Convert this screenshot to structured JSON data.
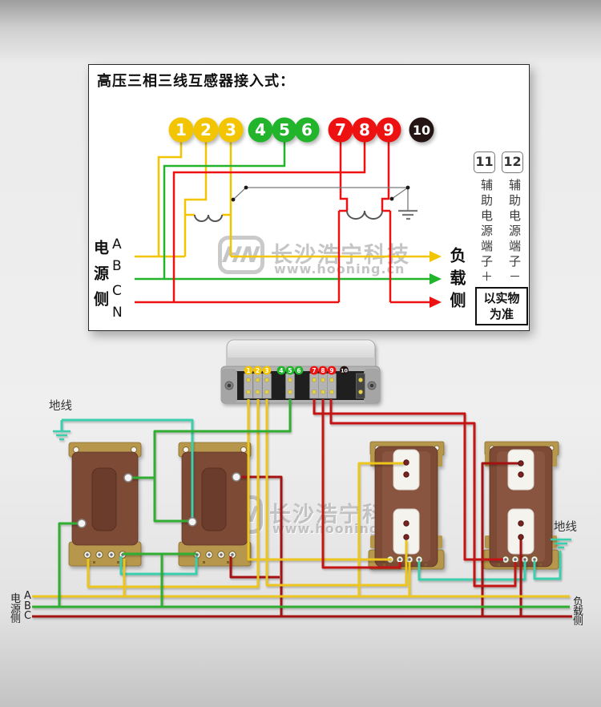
{
  "colors": {
    "panel_yellow": "#f2c500",
    "panel_green": "#22b42b",
    "panel_red": "#ee1111",
    "terminal_black": "#241514",
    "coil_gray": "#555555",
    "thin_gray": "#7a7a7a",
    "phase_a": "#ecc51d",
    "phase_b": "#2fae32",
    "phase_c_bright": "#c41414",
    "phase_c_dark": "#a51212",
    "ground_teal": "#3bcfae"
  },
  "panel": {
    "title": "高压三相三线互感器接入式：",
    "terminals": [
      {
        "n": "1",
        "color": "#f2c500"
      },
      {
        "n": "2",
        "color": "#f2c500"
      },
      {
        "n": "3",
        "color": "#f2c500"
      },
      {
        "n": "4",
        "color": "#22b42b"
      },
      {
        "n": "5",
        "color": "#22b42b"
      },
      {
        "n": "6",
        "color": "#22b42b"
      },
      {
        "n": "7",
        "color": "#ee1111"
      },
      {
        "n": "8",
        "color": "#ee1111"
      },
      {
        "n": "9",
        "color": "#ee1111"
      },
      {
        "n": "10",
        "color": "#241514"
      }
    ],
    "aux_terminals": [
      {
        "n": "11",
        "label": "辅助电源端子＋"
      },
      {
        "n": "12",
        "label": "辅助电源端子－"
      }
    ],
    "note": {
      "line1": "以实物",
      "line2": "为准"
    },
    "source_side": {
      "label": "电源侧",
      "phases": [
        "A",
        "B",
        "C",
        "N"
      ]
    },
    "load_side": {
      "label": "负载侧"
    }
  },
  "bottom": {
    "ground_label_left": "地线",
    "ground_label_right": "地线",
    "source_side": {
      "chars": [
        "电",
        "源",
        "侧"
      ],
      "phases": [
        "A",
        "B",
        "C"
      ]
    },
    "load_side": {
      "chars": [
        "负",
        "载",
        "侧"
      ]
    }
  },
  "watermark": {
    "brand": "长沙浩宁科技",
    "url": "www.hooning.cn",
    "logo": "HN"
  }
}
